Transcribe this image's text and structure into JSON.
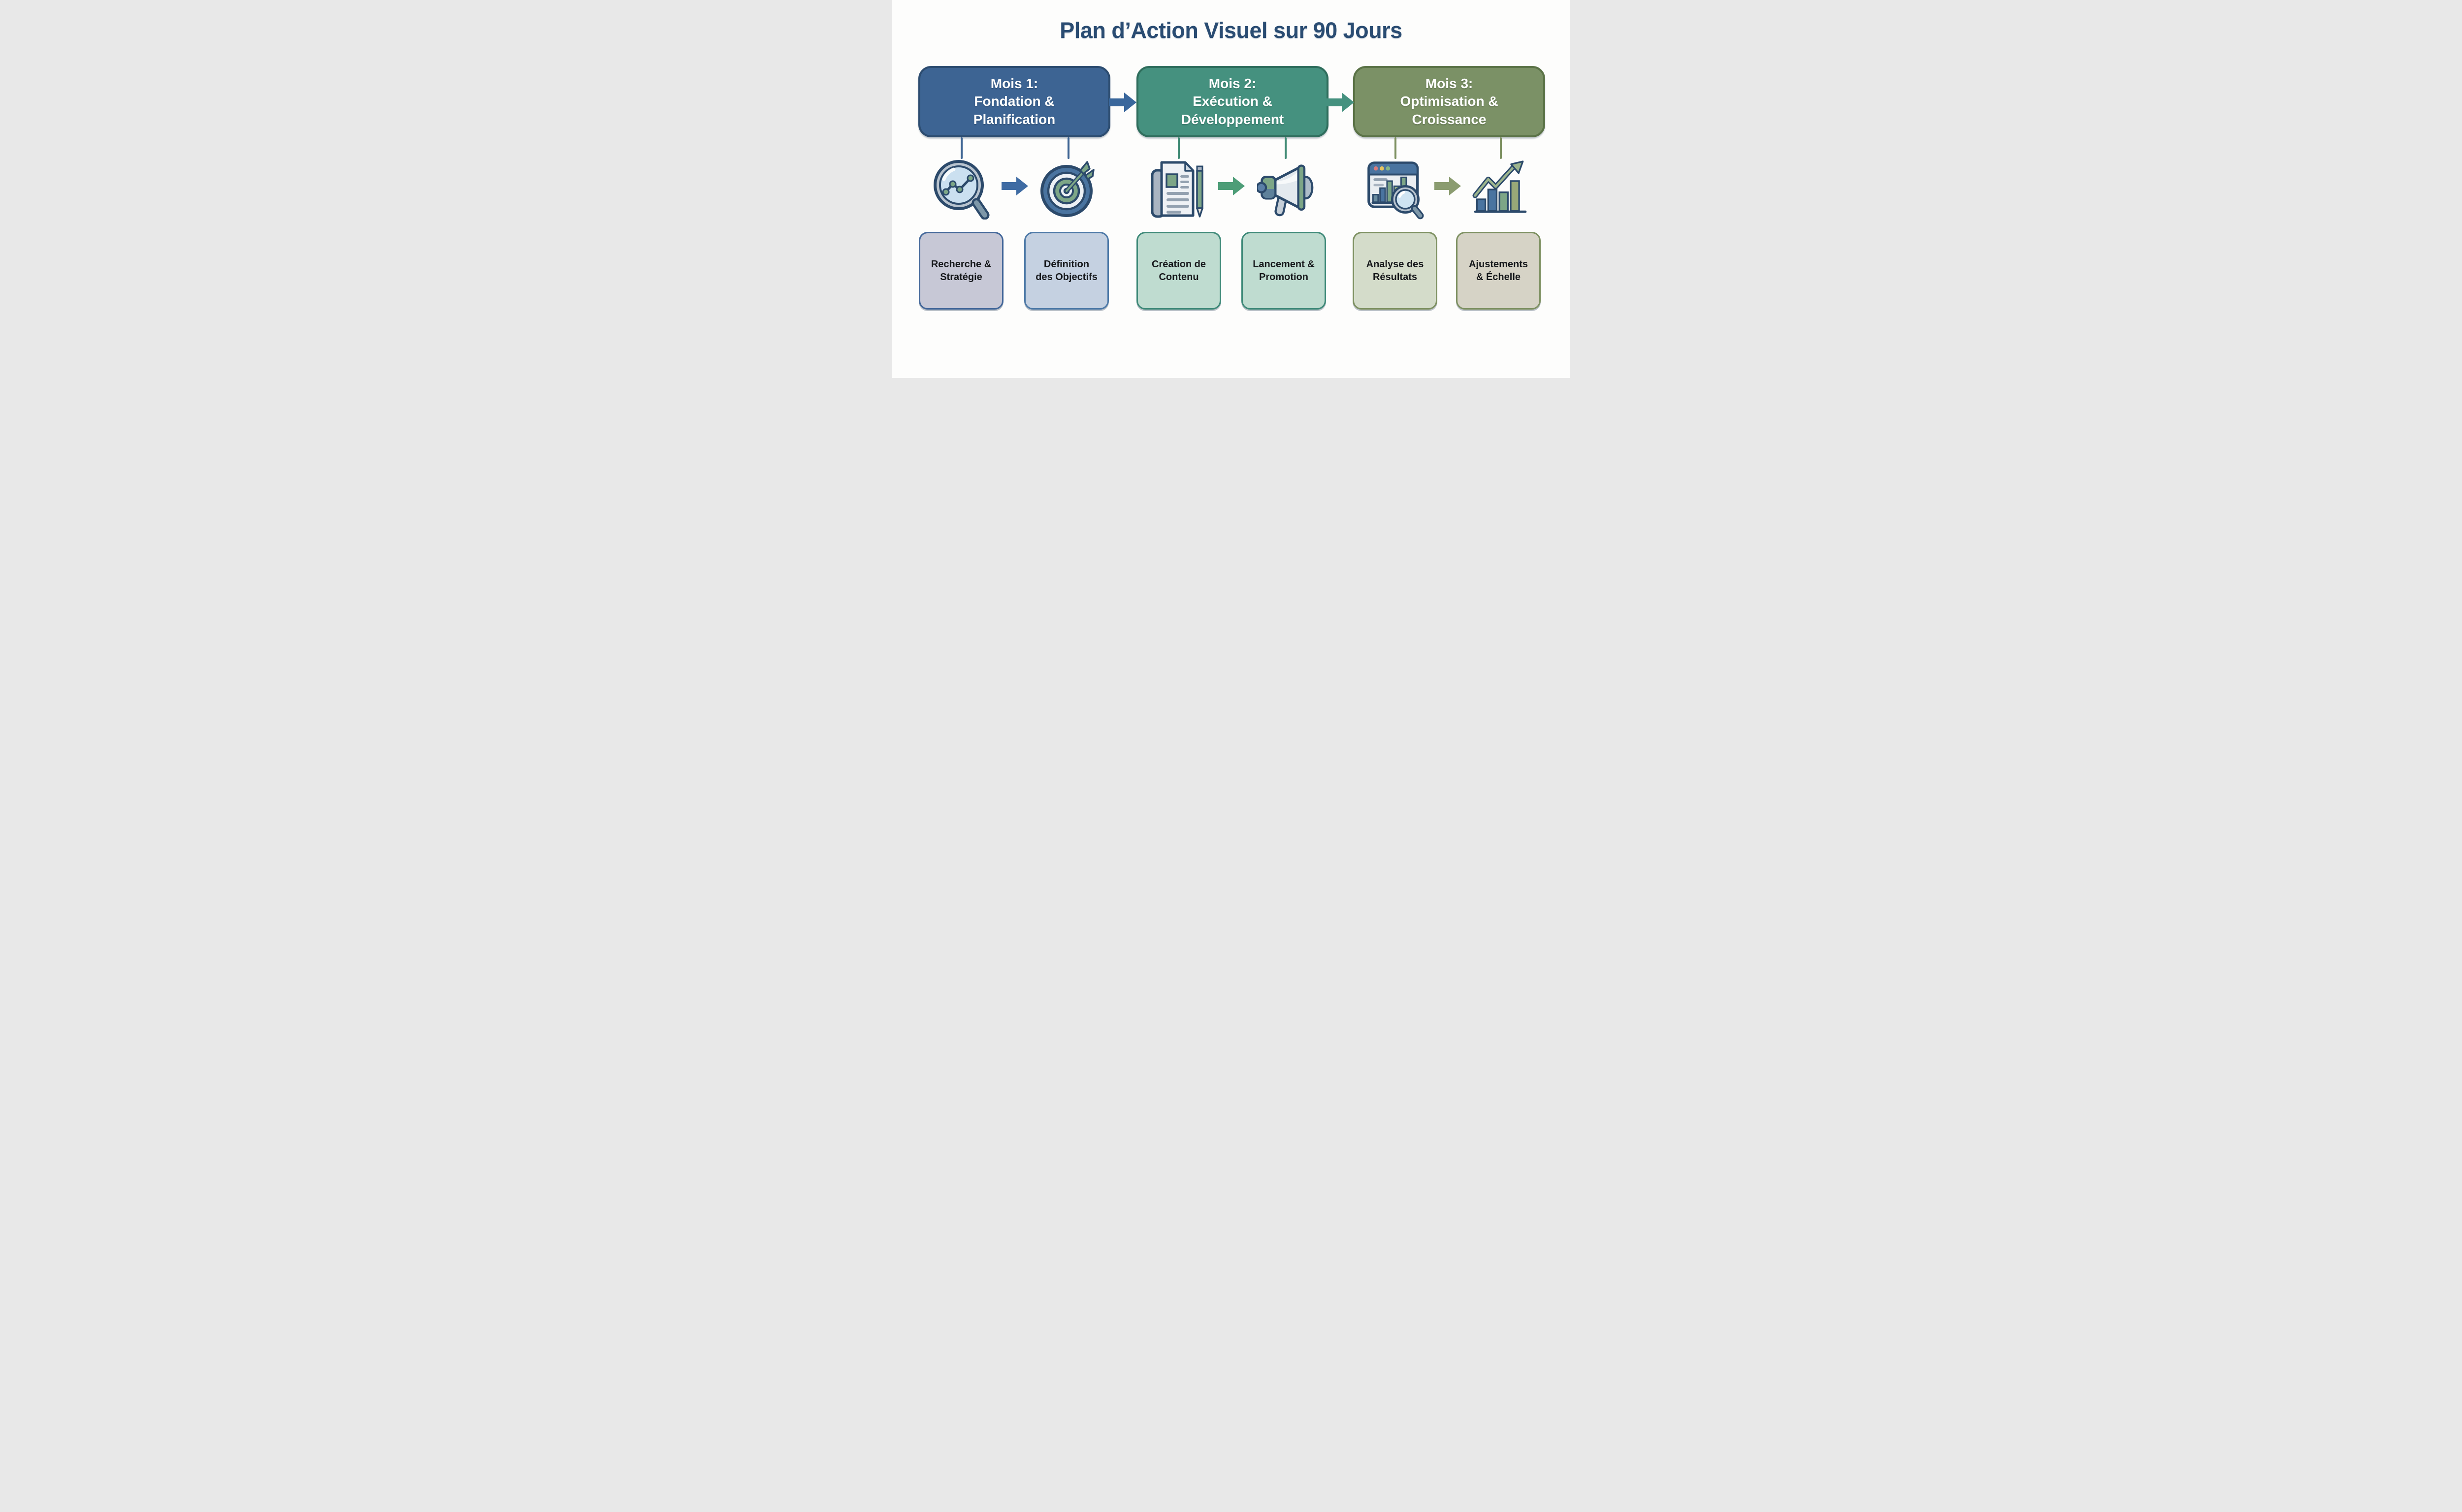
{
  "title": "Plan d’Action Visuel sur 90 Jours",
  "phases": [
    {
      "label": "Mois 1:\nFondation &\nPlanification",
      "steps": [
        "Recherche &\nStratégie",
        "Définition\ndes Objectifs"
      ],
      "icons": [
        "search-analytics",
        "target-goal"
      ]
    },
    {
      "label": "Mois 2:\nExécution &\nDéveloppement",
      "steps": [
        "Création de\nContenu",
        "Lancement &\nPromotion"
      ],
      "icons": [
        "document-pencil",
        "megaphone"
      ]
    },
    {
      "label": "Mois 3:\nOptimisation &\nCroissance",
      "steps": [
        "Analyse des\nRésultats",
        "Ajustements\n& Échelle"
      ],
      "icons": [
        "analytics-dashboard",
        "growth-chart"
      ]
    }
  ],
  "colors": {
    "bg": "#fdfdfc",
    "title": "#2a4c72",
    "phase1-fill": "#3d6493",
    "phase1-border": "#2c4c70",
    "phase2-fill": "#45917f",
    "phase2-border": "#2f6e5d",
    "phase3-fill": "#7b9166",
    "phase3-border": "#5b7347",
    "arrow1": "#3a679c",
    "arrow2": "#45917f",
    "icon-arrow1": "#3e6ba3",
    "icon-arrow2": "#4d9d77",
    "icon-arrow3": "#8b9c70",
    "conn1": "#3d6493",
    "conn2": "#3f8a74",
    "conn3": "#7d9060",
    "step1-fill": "#c7c8d6",
    "step1-border": "#44689a",
    "step2-fill": "#c5d1e1",
    "step2-border": "#4d79a7",
    "step3-fill": "#bfdcd0",
    "step3-border": "#3f8a79",
    "step5-fill": "#d4dcca",
    "step5-border": "#7e9162",
    "step6-fill": "#d6d3c6",
    "step-text": "#17191c",
    "navy": "#2c4a6b",
    "steel": "#4a74a0",
    "lightblue": "#cbe0f0",
    "paper": "#eef1f5",
    "gray": "#93a1b0",
    "grayblue": "#7e98a9",
    "green": "#7da687"
  }
}
